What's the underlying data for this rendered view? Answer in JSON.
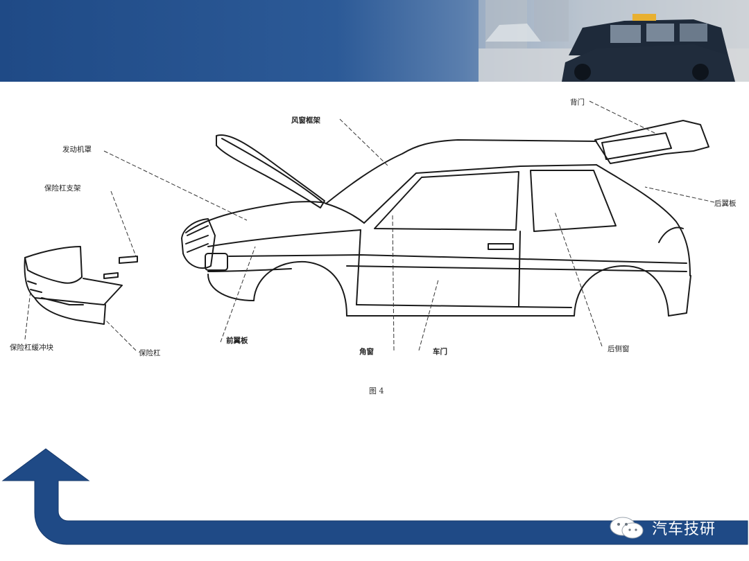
{
  "diagram": {
    "labels": {
      "engine_hood": "发动机罩",
      "bumper_bracket": "保险杠支架",
      "bumper_absorber": "保险杠缓冲块",
      "bumper": "保险杠",
      "front_fender": "前翼板",
      "windshield_frame": "风窗框架",
      "pillar": "角窗",
      "door": "车门",
      "rear_side_window": "后侧窗",
      "tail_gate": "背门",
      "rear_fender": "后翼板"
    },
    "caption": "图 4"
  },
  "brand": {
    "name": "汽车技研",
    "icon": "wechat-icon"
  },
  "colors": {
    "banner_blue": "#1f4a86",
    "arrow_blue": "#1f4a86",
    "footer_bar": "#1f4a86",
    "line": "#1a1a1a"
  }
}
